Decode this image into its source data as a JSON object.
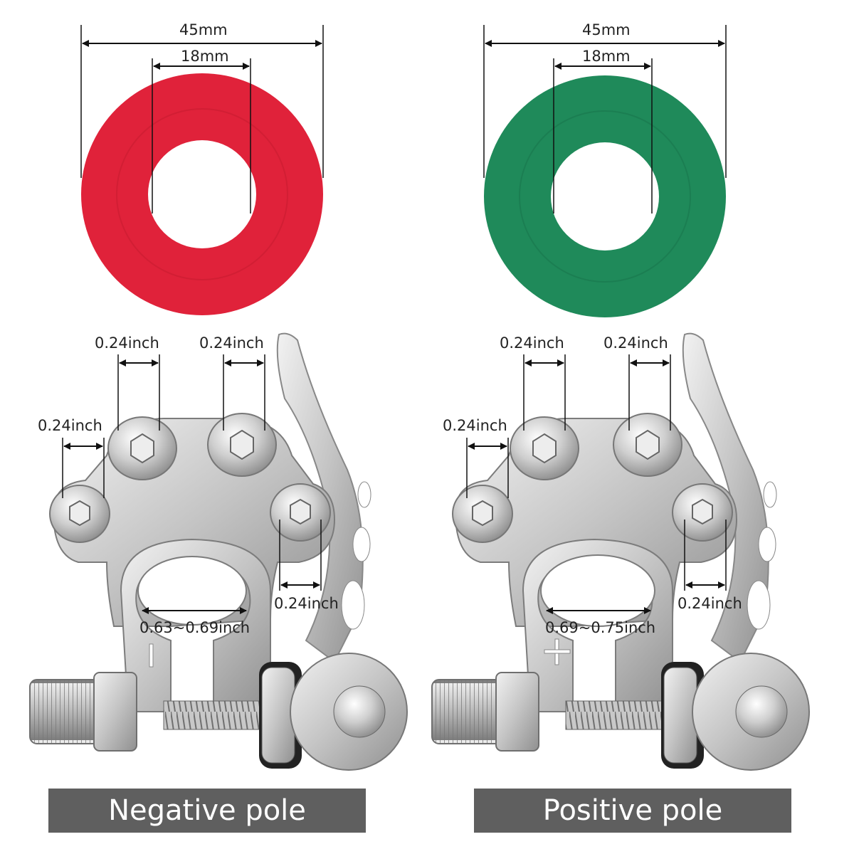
{
  "washers": {
    "left": {
      "outer": "45mm",
      "inner": "18mm",
      "color": "#e0223a"
    },
    "right": {
      "outer": "45mm",
      "inner": "18mm",
      "color": "#1f8a5a"
    }
  },
  "terminals": {
    "left": {
      "top_left_gap": "0.24inch",
      "top_right_gap": "0.24inch",
      "side_gap": "0.24inch",
      "bottom_right_gap": "0.24inch",
      "clamp_diameter": "0.63~0.69inch",
      "polarity_mark": "|"
    },
    "right": {
      "top_left_gap": "0.24inch",
      "top_right_gap": "0.24inch",
      "side_gap": "0.24inch",
      "bottom_right_gap": "0.24inch",
      "clamp_diameter": "0.69~0.75inch",
      "polarity_mark": "+"
    }
  },
  "banners": {
    "left": "Negative pole",
    "right": "Positive pole"
  },
  "colors": {
    "metal": "#d8d8d8",
    "banner_bg": "#5f5f5f",
    "text": "#222222"
  }
}
